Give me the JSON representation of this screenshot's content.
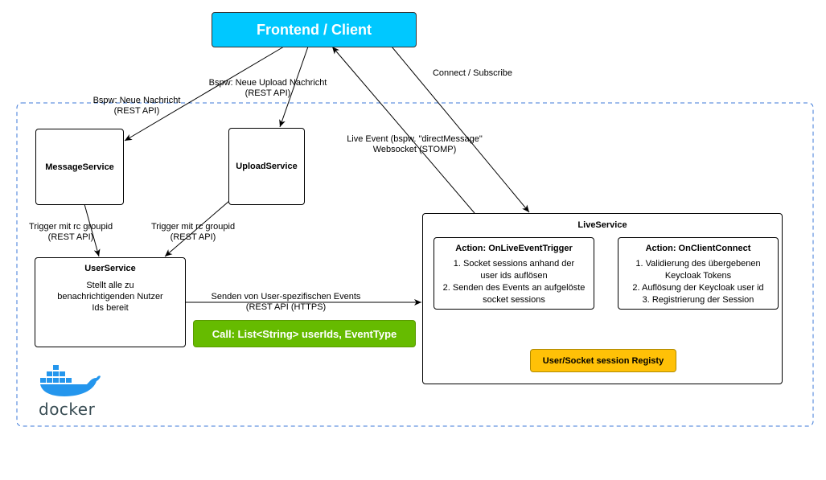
{
  "colors": {
    "frontend_fill": "#00c8ff",
    "call_fill": "#66bb00",
    "registry_fill": "#ffc107",
    "dashed_border": "#3c78d8"
  },
  "frontend": {
    "title": "Frontend / Client"
  },
  "message_service": {
    "title": "MessageService"
  },
  "upload_service": {
    "title": "UploadService"
  },
  "user_service": {
    "title": "UserService",
    "description": [
      "Stellt alle zu",
      "benachrichtigenden Nutzer",
      "Ids bereit"
    ]
  },
  "live_service": {
    "title": "LiveService",
    "action_trigger": {
      "title": "Action: OnLiveEventTrigger",
      "lines": [
        "1. Socket sessions anhand der",
        "user ids auflösen",
        "2. Senden des Events an aufgelöste",
        "socket sessions"
      ]
    },
    "action_connect": {
      "title": "Action: OnClientConnect",
      "lines": [
        "1. Validierung des übergebenen",
        "Keycloak Tokens",
        "2. Auflösung der Keycloak user id",
        "3. Registrierung der Session"
      ]
    },
    "registry": {
      "title": "User/Socket session Registy"
    }
  },
  "call_box": {
    "text": "Call: List<String> userIds, EventType"
  },
  "edge_labels": {
    "neue_nachricht": [
      "Bspw: Neue Nachricht",
      "(REST API)"
    ],
    "upload_nachricht": [
      "Bspw: Neue Upload Nachricht",
      "(REST API)"
    ],
    "connect": [
      "Connect / Subscribe"
    ],
    "live_event": [
      "Live Event (bspw. \"directMessage\"",
      "Websocket (STOMP)"
    ],
    "trigger_message": [
      "Trigger mit rc groupid",
      "(REST API)"
    ],
    "trigger_upload": [
      "Trigger mit rc groupid",
      "(REST API)"
    ],
    "senden": [
      "Senden von User-spezifischen Events",
      "(REST API (HTTPS)"
    ]
  },
  "docker": {
    "logo_text": "docker"
  }
}
